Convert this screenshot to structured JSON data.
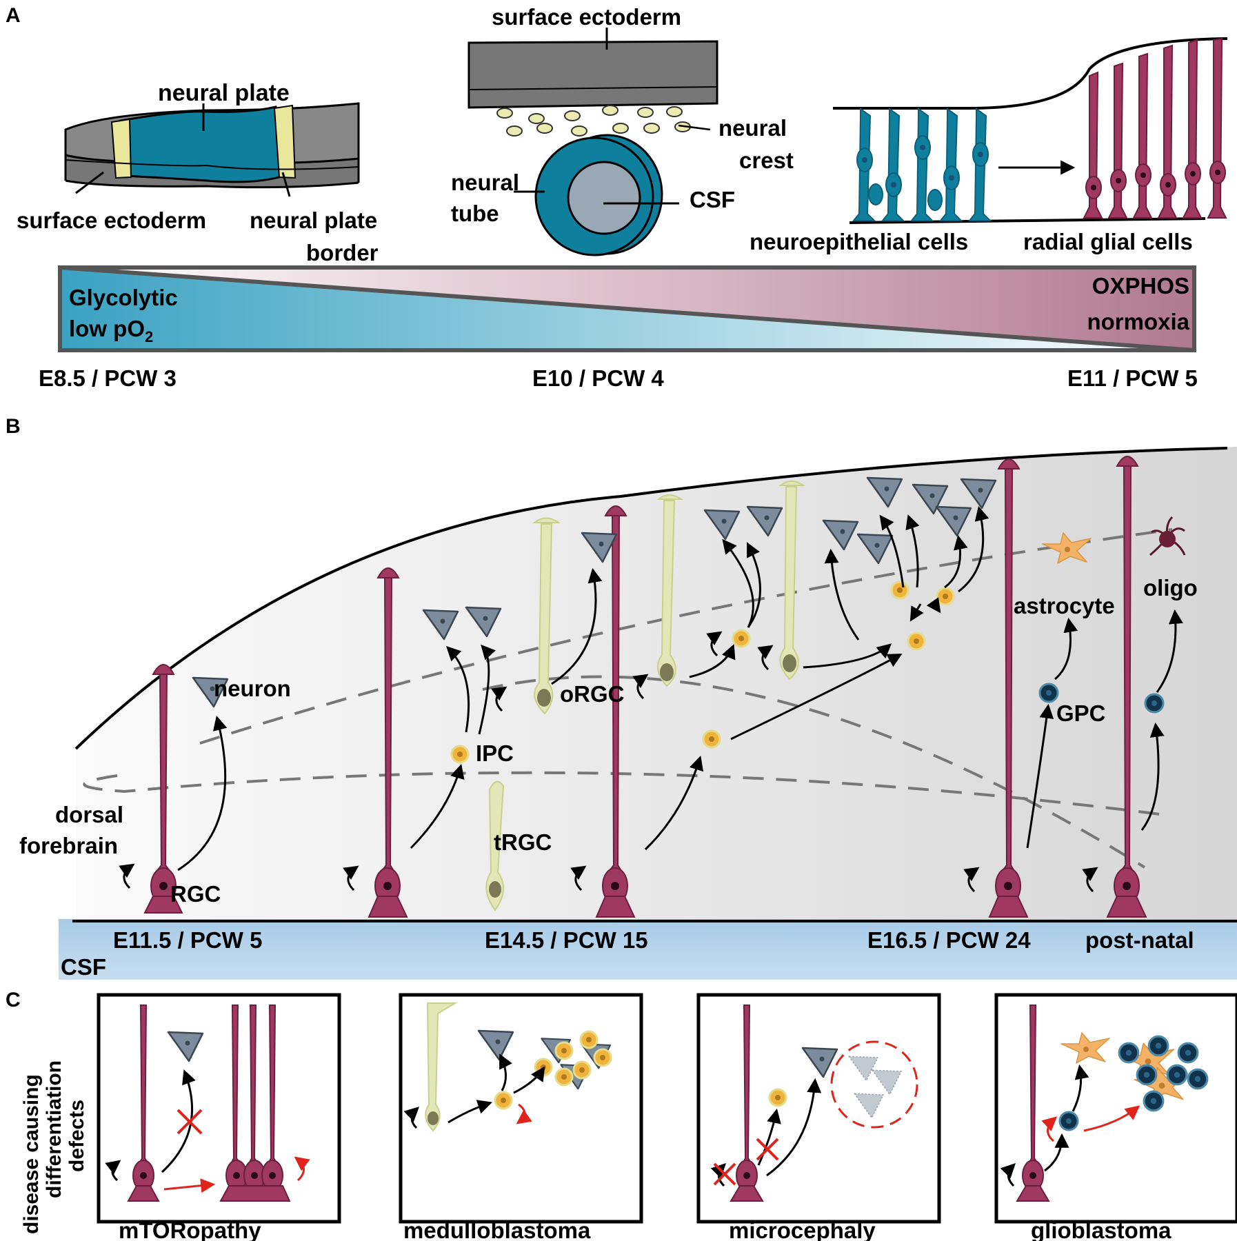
{
  "panels": {
    "a": "A",
    "b": "B",
    "c": "C"
  },
  "panel_a": {
    "plate_title": "neural plate",
    "plate_surface_ectoderm": "surface ectoderm",
    "plate_border_line1": "neural plate",
    "plate_border_line2": "border",
    "tube_surface_ectoderm": "surface ectoderm",
    "neural_crest_line1": "neural",
    "neural_crest_line2": "crest",
    "neural_tube_line1": "neural",
    "neural_tube_line2": "tube",
    "csf": "CSF",
    "neuroepithelial": "neuroepithelial cells",
    "radial_glial": "radial glial cells",
    "glycolytic_line1": "Glycolytic",
    "glycolytic_line2": "low pO",
    "glycolytic_sub": "2",
    "oxphos_line1": "OXPHOS",
    "oxphos_line2": "normoxia",
    "stages": [
      "E8.5 / PCW 3",
      "E10 / PCW 4",
      "E11 / PCW 5"
    ]
  },
  "panel_b": {
    "neuron": "neuron",
    "dorsal_line1": "dorsal",
    "dorsal_line2": "forebrain",
    "rgc": "RGC",
    "ipc": "IPC",
    "orgc": "oRGC",
    "trgc": "tRGC",
    "astrocyte": "astrocyte",
    "oligo": "oligo",
    "gpc": "GPC",
    "csf": "CSF",
    "stages": [
      "E11.5 / PCW 5",
      "E14.5 / PCW 15",
      "E16.5 / PCW 24",
      "post-natal"
    ]
  },
  "panel_c": {
    "side_line1": "disease causing",
    "side_line2": "differentiation",
    "side_line3": "defects",
    "diseases": [
      "mTORopathy",
      "medulloblastoma",
      "microcephaly",
      "glioblastoma"
    ]
  },
  "colors": {
    "neural_teal": "#0f7f9e",
    "rgc_magenta": "#a0395f",
    "border_yellow": "#e8e79b",
    "ipc_orange": "#f0b43c",
    "neuron_grey": "#7d8c9c",
    "astrocyte": "#f4b266",
    "gpc_navy": "#10324a",
    "defect_red": "#e0241c"
  }
}
